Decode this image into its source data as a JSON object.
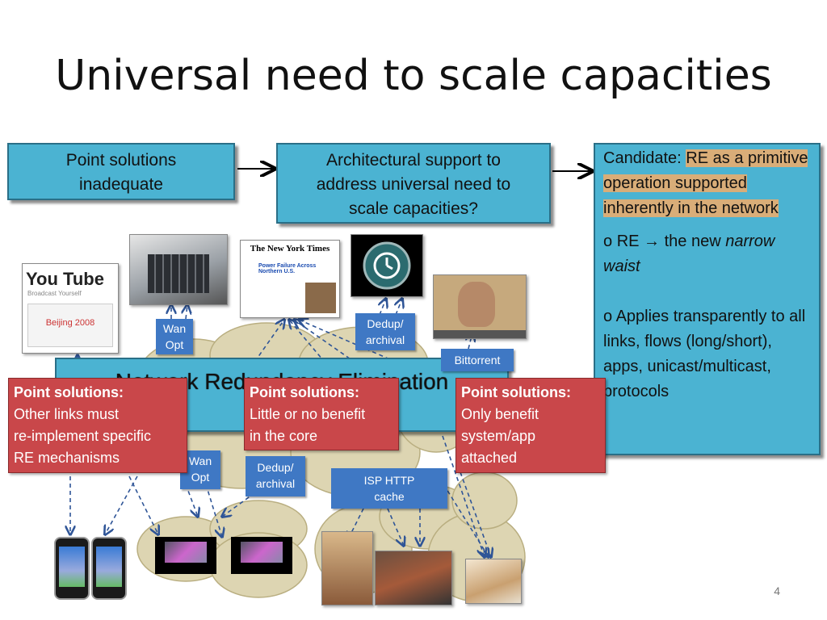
{
  "slide": {
    "title": "Universal need to scale capacities",
    "page_number": "4"
  },
  "flow": {
    "box1": [
      "Point solutions",
      "inadequate"
    ],
    "box2": [
      "Architectural support to",
      "address universal need to",
      "scale capacities?"
    ]
  },
  "candidate": {
    "prefix": "Candidate: ",
    "highlight": "RE as a primitive operation supported inherently in the network",
    "bullet1_pre": "RE ",
    "bullet1_arrow": "→",
    "bullet1_mid": " the new ",
    "bullet1_em": "narrow waist",
    "bullet2": "Applies transparently to all links, flows (long/short), apps, unicast/multicast, protocols",
    "bullet_glyph": "o"
  },
  "cloud": {
    "banner": "Network Redundancy Elimination"
  },
  "tags": {
    "wan_opt_top": [
      "Wan",
      "Opt"
    ],
    "dedup_top": [
      "Dedup/",
      "archival"
    ],
    "bittorrent": "Bittorrent",
    "wan_opt_bottom": [
      "Wan",
      "Opt"
    ],
    "dedup_bottom": [
      "Dedup/",
      "archival"
    ],
    "isp_cache": [
      "ISP HTTP",
      "cache"
    ]
  },
  "red_boxes": [
    {
      "glyph": "",
      "heading": "Point solutions:",
      "lines": [
        "Other links must",
        "re-implement specific",
        "RE mechanisms"
      ]
    },
    {
      "glyph": "",
      "heading": "Point solutions:",
      "lines": [
        "Little or no benefit",
        "in the core"
      ]
    },
    {
      "glyph": "",
      "heading": "Point solutions:",
      "lines": [
        "Only benefit",
        "system/app",
        "attached"
      ]
    }
  ],
  "images": {
    "youtube_logo": "You Tube",
    "youtube_tagline": "Broadcast Yourself",
    "beijing": "Beijing 2008",
    "nyt_masthead": "The New York Times",
    "nyt_headline": "Power Failure Across Northern U.S."
  },
  "colors": {
    "blue_box": "#4bb3d2",
    "red_box": "#c9474a",
    "tag": "#3f78c4",
    "highlight": "#d9ad78",
    "cloud": "#ddd5b2",
    "arrow": "#2f5597"
  }
}
